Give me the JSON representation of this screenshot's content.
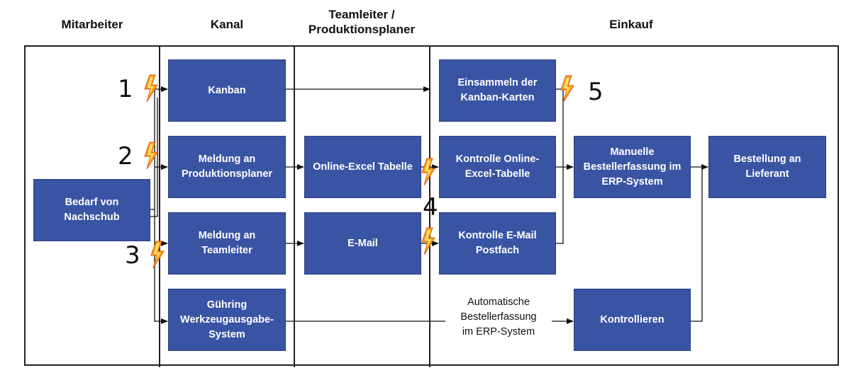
{
  "lanes": {
    "mitarbeiter": "Mitarbeiter",
    "kanal": "Kanal",
    "teamleiter_line1": "Teamleiter /",
    "teamleiter_line2": "Produktionsplaner",
    "einkauf": "Einkauf"
  },
  "boxes": {
    "bedarf": "Bedarf von Nachschub",
    "kanban": "Kanban",
    "meldung_pp": "Meldung an Produktionsplaner",
    "meldung_tl": "Meldung an Teamleiter",
    "guehring": "Gühring Werkzeugausgabe-System",
    "online_excel": "Online-Excel Tabelle",
    "email": "E-Mail",
    "einsammeln": "Einsammeln der Kanban-Karten",
    "kontrolle_excel": "Kontrolle Online-Excel-Tabelle",
    "kontrolle_email": "Kontrolle E-Mail Postfach",
    "manuelle": "Manuelle Bestellerfassung im ERP-System",
    "kontrollieren": "Kontrollieren",
    "bestellung": "Bestellung an Lieferant"
  },
  "note": {
    "line1": "Automatische",
    "line2": "Bestellerfassung",
    "line3": "im ERP-System"
  },
  "markers": {
    "m1": "1",
    "m2": "2",
    "m3": "3",
    "m4": "4",
    "m5": "5"
  },
  "colors": {
    "box_fill": "#3a54a4",
    "lightning_outer": "#f7a21b",
    "lightning_inner": "#fde26a"
  },
  "icons": {
    "warning": "lightning-bolt-icon"
  }
}
